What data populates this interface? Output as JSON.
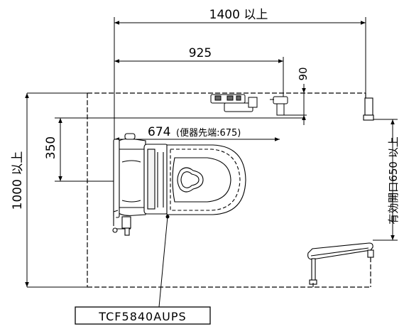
{
  "drawing": {
    "dimensions": {
      "total_width": "1400 以上",
      "fixture_offset": "925",
      "backplate_gap": "90",
      "room_depth": "1000 以上",
      "tank_height": "350",
      "bowl_length": "674",
      "bowl_tip_note": "(便器先端:675)",
      "door_opening": "有効開口650 以上"
    },
    "model_label": "TCF5840AUPS"
  }
}
